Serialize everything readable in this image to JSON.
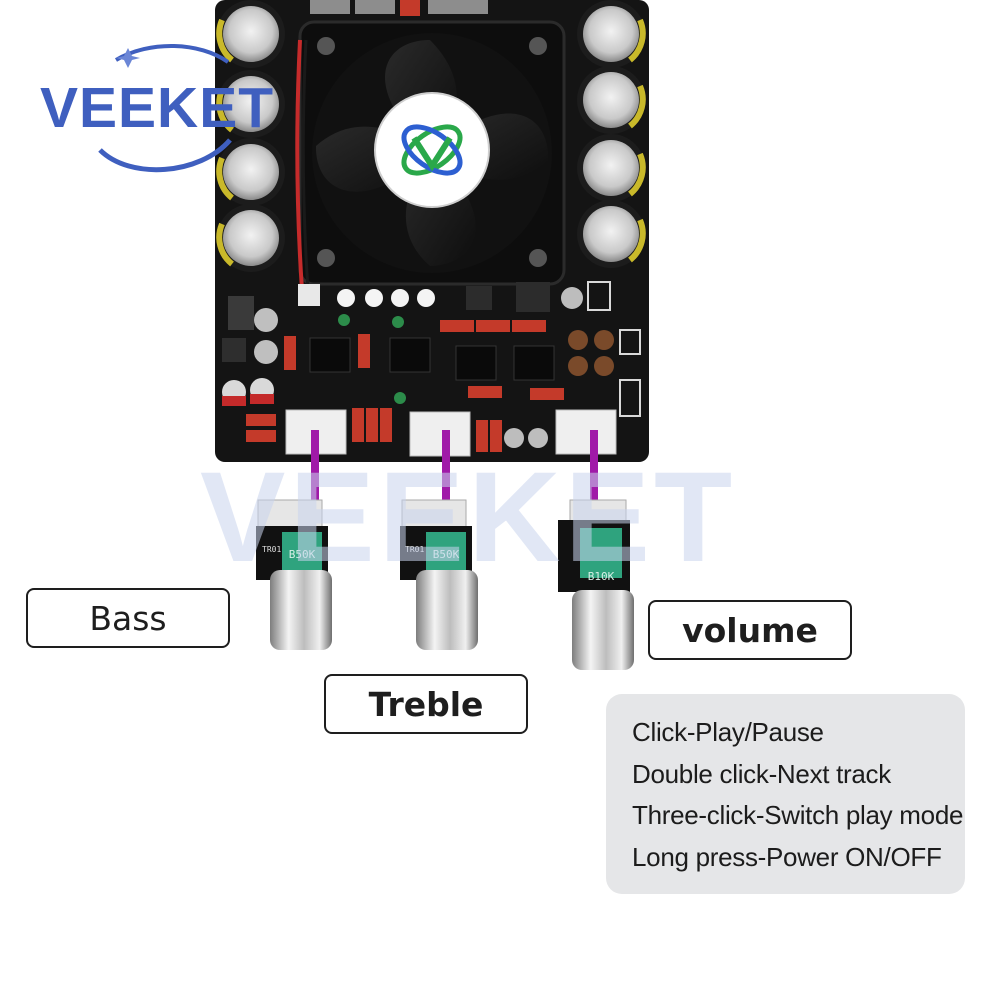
{
  "brand": {
    "logo_text": "VEEKET",
    "watermark_text": "VEEKET"
  },
  "labels": {
    "bass": "Bass",
    "treble": "Treble",
    "volume": "volume"
  },
  "info_panel": {
    "lines": [
      "Click-Play/Pause",
      "Double click-Next track",
      "Three-click-Switch play mode",
      "Long press-Power ON/OFF"
    ]
  },
  "board_markings": {
    "pot_left": "B50K",
    "pot_middle": "B50K",
    "pot_right": "B10K",
    "module_tag": "TR01"
  },
  "colors": {
    "board": "#141414",
    "cable": "#a01aa8",
    "logo": "#3f5fbf",
    "panel": "#e5e6e8"
  }
}
